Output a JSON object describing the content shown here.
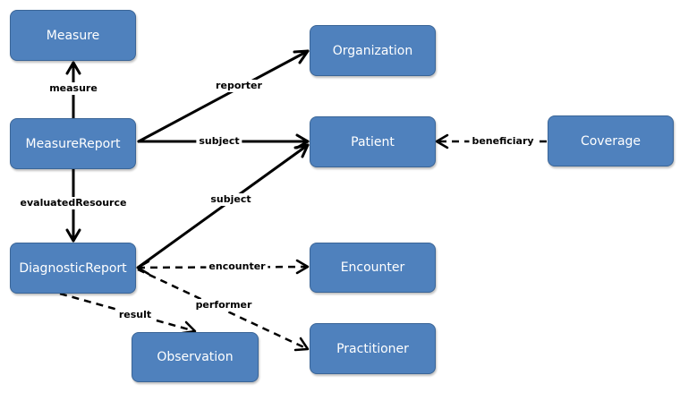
{
  "nodes": {
    "measure": "Measure",
    "measure_report": "MeasureReport",
    "diagnostic_report": "DiagnosticReport",
    "observation": "Observation",
    "organization": "Organization",
    "patient": "Patient",
    "encounter": "Encounter",
    "practitioner": "Practitioner",
    "coverage": "Coverage"
  },
  "edges": {
    "measure": "measure",
    "reporter": "reporter",
    "subject_measure_report": "subject",
    "beneficiary": "beneficiary",
    "evaluated_resource": "evaluatedResource",
    "subject_diagnostic_report": "subject",
    "encounter": "encounter",
    "performer": "performer",
    "result": "result"
  },
  "colors": {
    "node_fill": "#4f81bd",
    "node_border": "#3a6597",
    "node_text": "#ffffff",
    "edge": "#000000"
  }
}
